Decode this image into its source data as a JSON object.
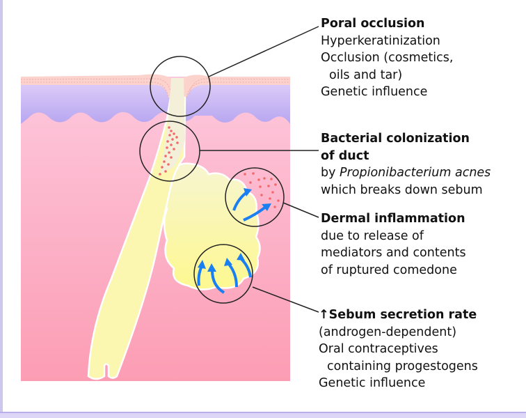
{
  "labels": [
    {
      "title": "Poral occlusion",
      "lines": [
        "Hyperkeratinization",
        "Occlusion (cosmetics,",
        "oils and tar)",
        "Genetic influence"
      ]
    },
    {
      "title": "Bacterial colonization",
      "title2": "of duct",
      "lines": [
        "by",
        "Propionibacterium acnes",
        "which breaks down sebum"
      ]
    },
    {
      "title": "Dermal inflammation",
      "lines": [
        "due to release of",
        "mediators and contents",
        "of ruptured comedone"
      ]
    },
    {
      "arrow": "↑",
      "title": "Sebum secretion rate",
      "lines": [
        "(androgen-dependent)",
        "Oral contraceptives",
        "containing progestogens",
        "Genetic influence"
      ]
    }
  ],
  "colors": {
    "dermis_top": "#fdc6dc",
    "dermis_bottom": "#fc9fb6",
    "epidermis": "#c7b5f3",
    "gland": "#fbf7a8",
    "arrow": "#1a7ff0",
    "bacteria": "#f26a6a"
  }
}
